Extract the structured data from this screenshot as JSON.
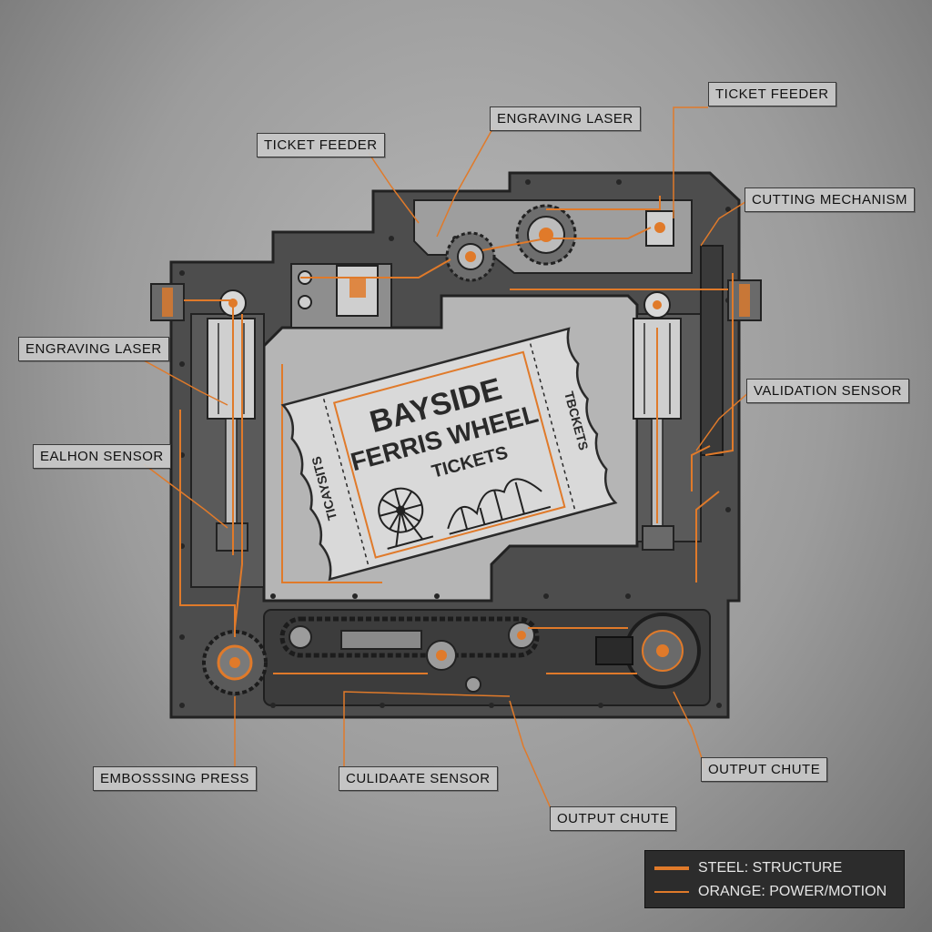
{
  "ticket": {
    "title_line1": "BAYSIDE",
    "title_line2": "FERRIS WHEEL",
    "title_line3": "TICKETS",
    "stub_left": "TICAYSITS",
    "stub_right": "TBCKETS"
  },
  "callouts": [
    {
      "id": "ticket-feeder-top",
      "text": "TICKET FEEDER"
    },
    {
      "id": "engraving-laser-top",
      "text": "ENGRAVING LASER"
    },
    {
      "id": "ticket-feeder-left",
      "text": "TICKET FEEDER"
    },
    {
      "id": "cutting-mechanism",
      "text": "CUTTING MECHANISM"
    },
    {
      "id": "engraving-laser-left",
      "text": "ENGRAVING LASER"
    },
    {
      "id": "validation-sensor",
      "text": "VALIDATION SENSOR"
    },
    {
      "id": "ealhon-sensor",
      "text": "EALHON SENSOR"
    },
    {
      "id": "embossing-press",
      "text": "EMBOSSSING PRESS"
    },
    {
      "id": "culidate-sensor",
      "text": "CULIDAATE SENSOR"
    },
    {
      "id": "output-chute-right",
      "text": "OUTPUT CHUTE"
    },
    {
      "id": "output-chute-bottom",
      "text": "OUTPUT CHUTE"
    }
  ],
  "legend": {
    "steel": "STEEL: STRUCTURE",
    "orange": "ORANGE: POWER/MOTION"
  },
  "colors": {
    "steel": "#4a4a4a",
    "steel_dark": "#2e2e2e",
    "orange": "#e07a2a",
    "ticket_bg": "#d8d8d8",
    "background": "#a6a6a6"
  }
}
